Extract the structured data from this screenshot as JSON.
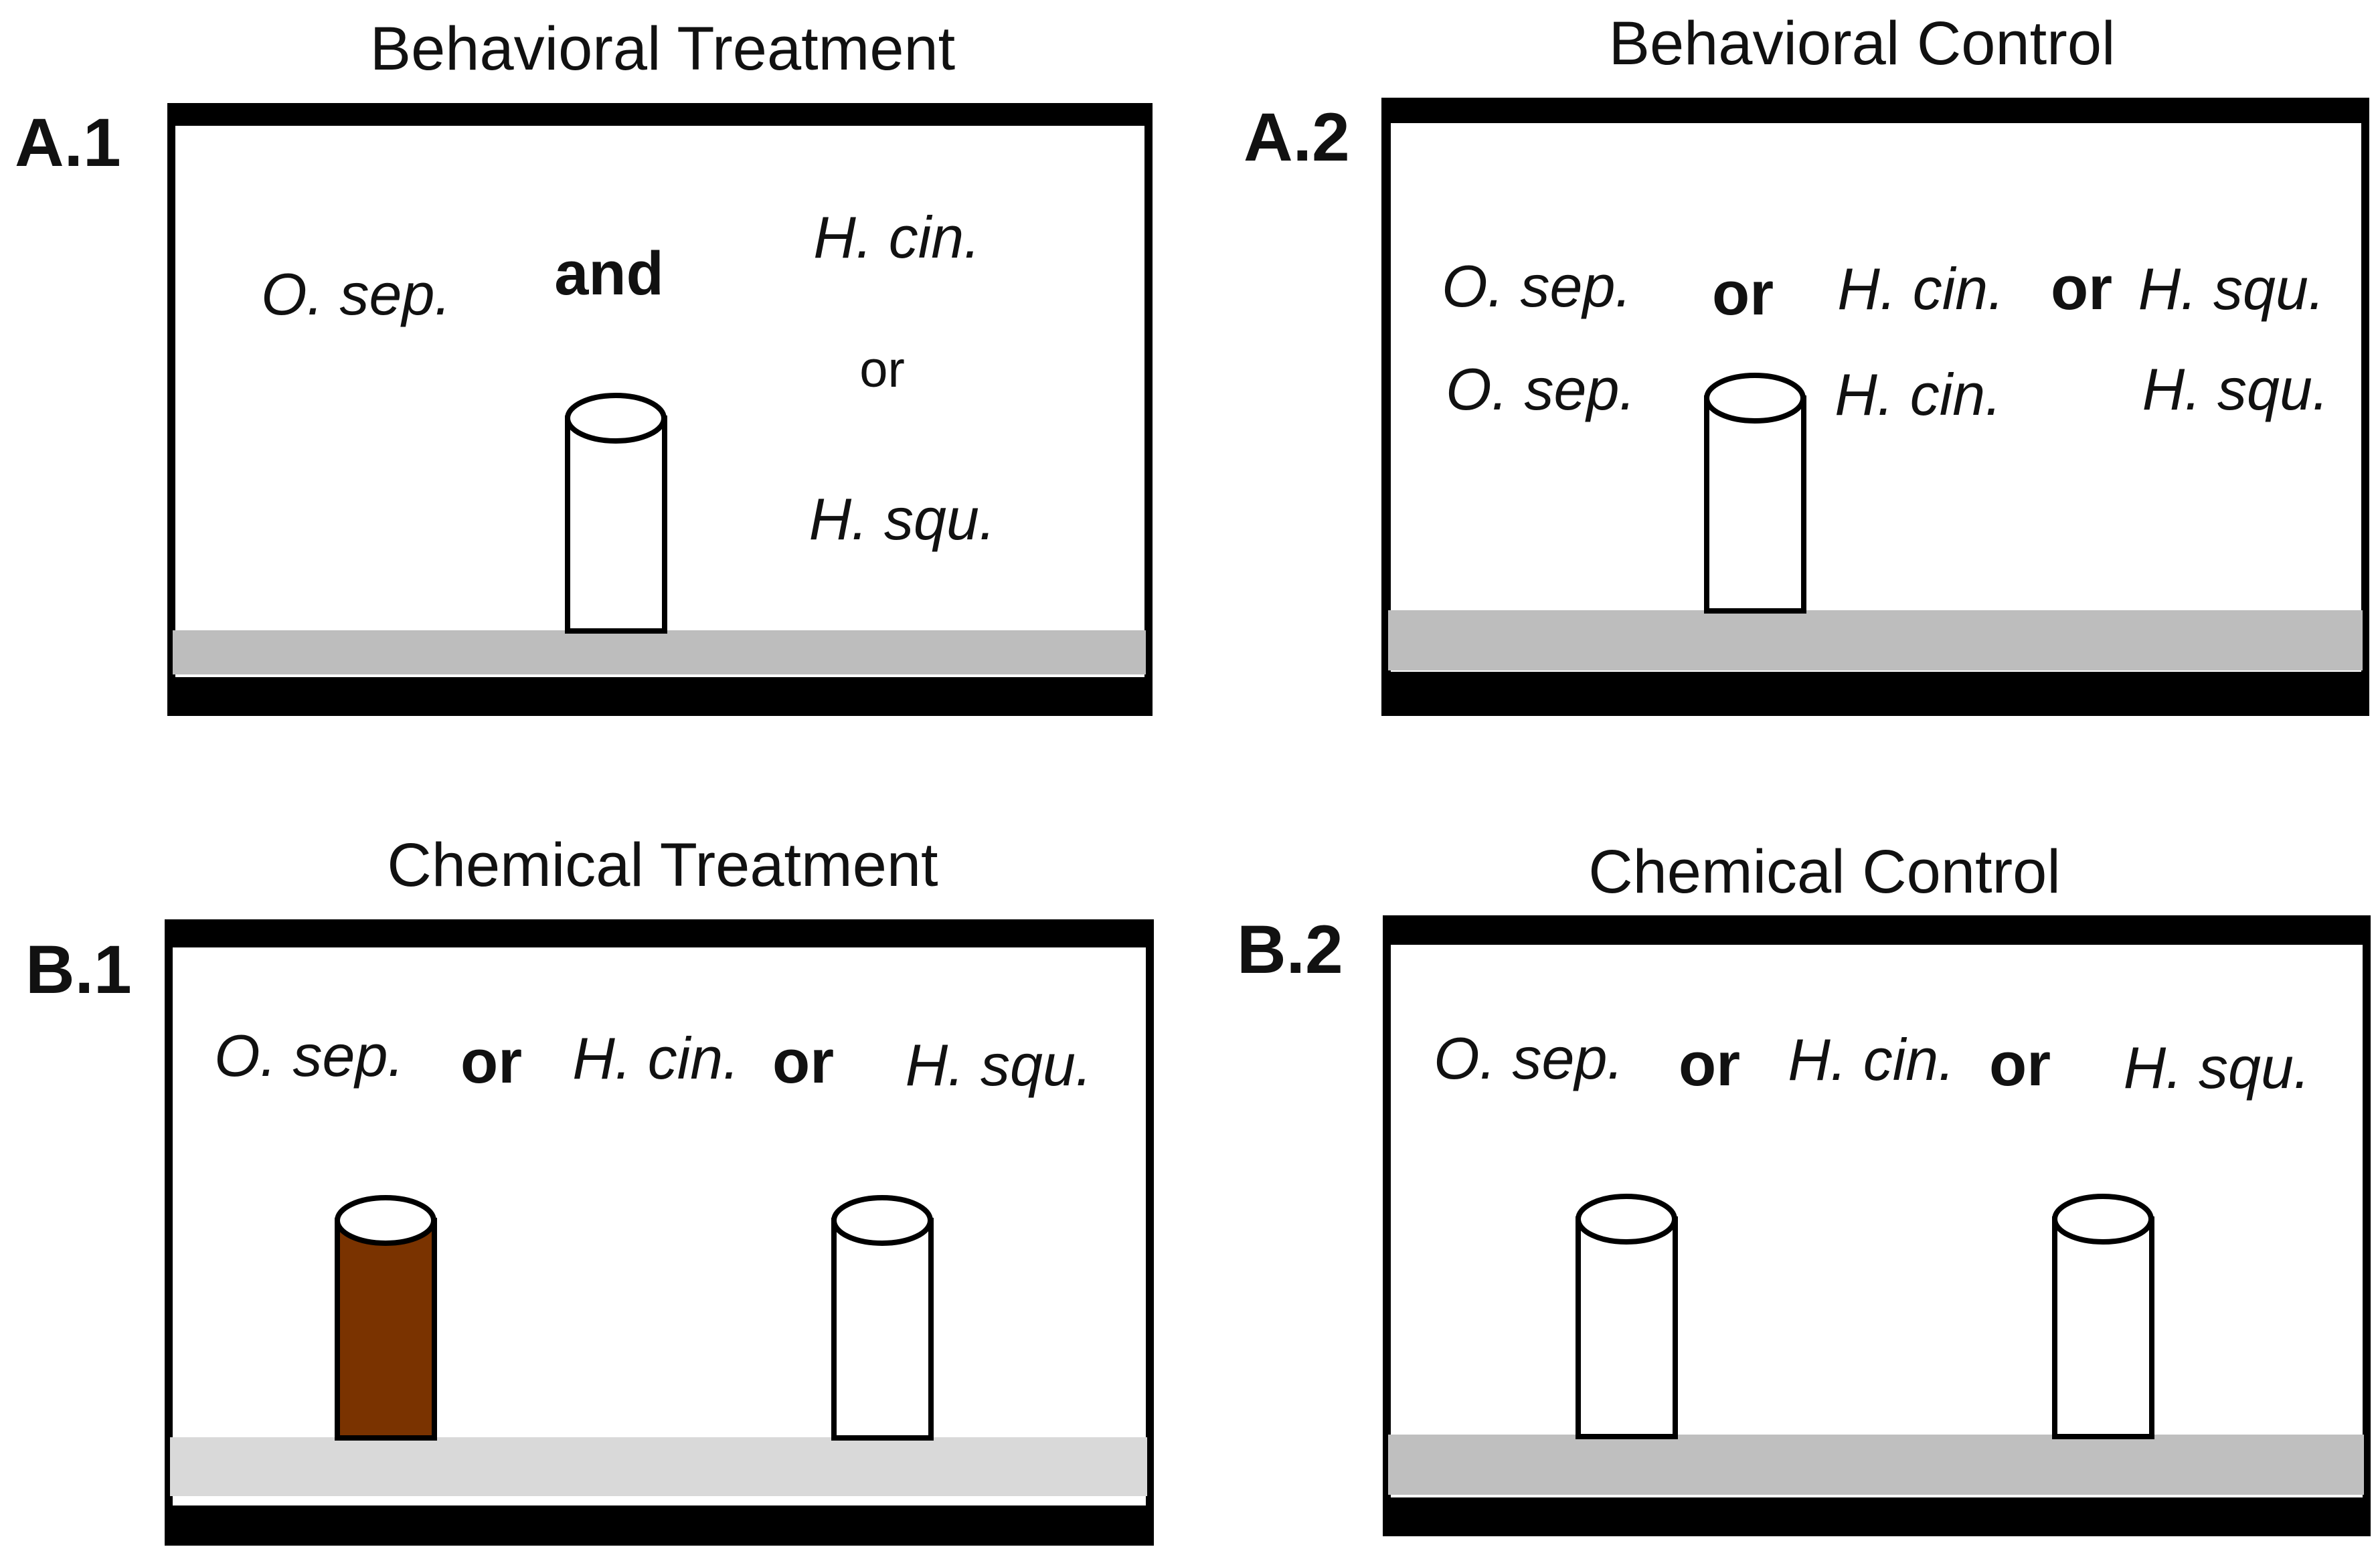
{
  "panels": {
    "a1": {
      "label": "A.1",
      "title": "Behavioral Treatment",
      "species_left": "O. sep.",
      "conjunction_and": "and",
      "species_right_top": "H. cin.",
      "conjunction_or": "or",
      "species_right_bottom": "H. squ."
    },
    "a2": {
      "label": "A.2",
      "title": "Behavioral Control",
      "row1_species_1": "O. sep.",
      "row1_or_1": "or",
      "row1_species_2": "H. cin.",
      "row1_or_2": "or",
      "row1_species_3": "H. squ.",
      "row2_species_1": "O. sep.",
      "row2_species_2": "H. cin.",
      "row2_species_3": "H. squ."
    },
    "b1": {
      "label": "B.1",
      "title": "Chemical Treatment",
      "species_1": "O. sep.",
      "or_1": "or",
      "species_2": "H. cin.",
      "or_2": "or",
      "species_3": "H. squ."
    },
    "b2": {
      "label": "B.2",
      "title": "Chemical Control",
      "species_1": "O. sep.",
      "or_1": "or",
      "species_2": "H. cin.",
      "or_2": "or",
      "species_3": "H. squ."
    }
  },
  "colors": {
    "frame": "#000000",
    "floor_a": "#bdbdbd",
    "floor_b1": "#d9d9d9",
    "floor_b2": "#bfbfbf",
    "stained_cylinder": "#7a3300",
    "clean_cylinder": "#ffffff"
  }
}
